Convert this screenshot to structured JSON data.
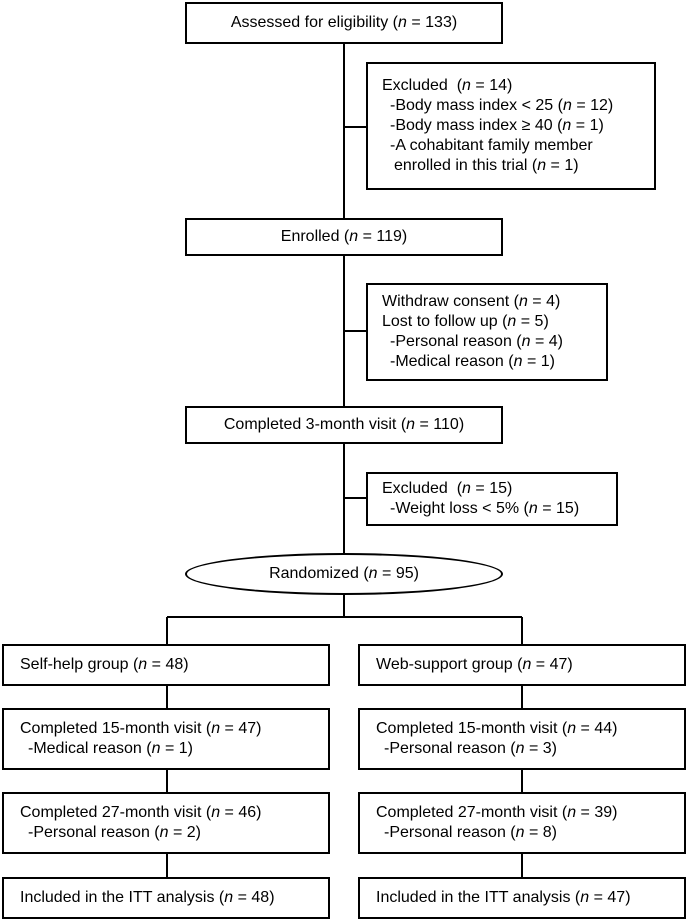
{
  "assessed": {
    "label": "Assessed for eligibility",
    "n": "133"
  },
  "excluded1": {
    "title": "Excluded",
    "n": "14",
    "items": [
      {
        "text": "-Body mass index < 25",
        "n": "12"
      },
      {
        "text": "-Body mass index ≥ 40",
        "n": "1"
      },
      {
        "text": "-A cohabitant family member",
        "n": ""
      },
      {
        "text": "enrolled in this trial",
        "n": "1"
      }
    ]
  },
  "enrolled": {
    "label": "Enrolled",
    "n": "119"
  },
  "dropout": {
    "items": [
      {
        "text": "Withdraw consent",
        "n": "4"
      },
      {
        "text": "Lost to follow up",
        "n": "5"
      },
      {
        "text": "-Personal reason",
        "n": "4"
      },
      {
        "text": "-Medical reason",
        "n": "1"
      }
    ]
  },
  "completed3": {
    "label": "Completed 3-month visit",
    "n": "110"
  },
  "excluded2": {
    "title": "Excluded",
    "n": "15",
    "items": [
      {
        "text": "-Weight loss < 5%",
        "n": "15"
      }
    ]
  },
  "randomized": {
    "label": "Randomized",
    "n": "95"
  },
  "selfhelp": {
    "group": {
      "label": "Self-help group",
      "n": "48"
    },
    "m15": {
      "label": "Completed 15-month visit",
      "n": "47",
      "reason": "-Medical reason",
      "reason_n": "1"
    },
    "m27": {
      "label": "Completed 27-month visit",
      "n": "46",
      "reason": "-Personal reason",
      "reason_n": "2"
    },
    "itt": {
      "label": "Included in the ITT analysis",
      "n": "48"
    }
  },
  "websupport": {
    "group": {
      "label": "Web-support group",
      "n": "47"
    },
    "m15": {
      "label": "Completed 15-month visit",
      "n": "44",
      "reason": "-Personal reason",
      "reason_n": "3"
    },
    "m27": {
      "label": "Completed 27-month visit",
      "n": "39",
      "reason": "-Personal reason",
      "reason_n": "8"
    },
    "itt": {
      "label": "Included in the ITT analysis",
      "n": "47"
    }
  },
  "n_symbol": "n",
  "equals": " = "
}
